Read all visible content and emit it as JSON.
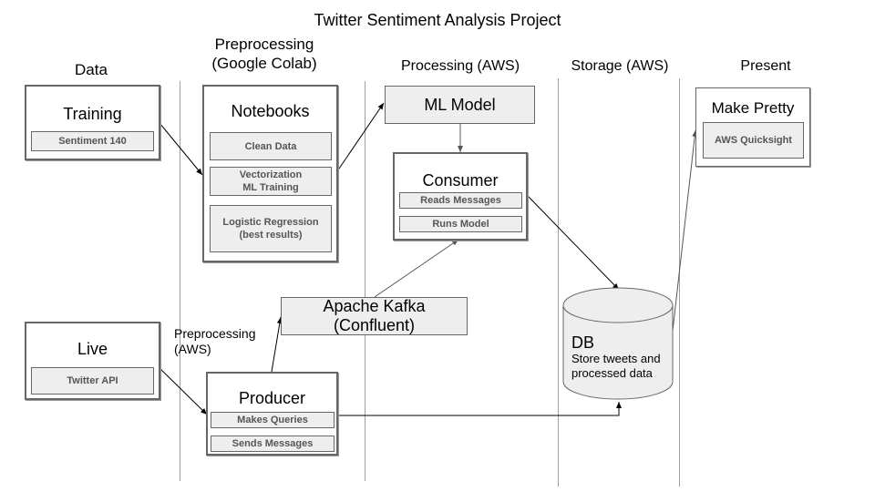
{
  "title": "Twitter Sentiment Analysis Project",
  "columns": {
    "data": "Data",
    "preprocessing_line1": "Preprocessing",
    "preprocessing_line2": "(Google Colab)",
    "processing": "Processing (AWS)",
    "storage": "Storage (AWS)",
    "present": "Present"
  },
  "training": {
    "title": "Training",
    "items": [
      "Sentiment 140"
    ]
  },
  "notebooks": {
    "title": "Notebooks",
    "items": [
      "Clean Data",
      "Vectorization",
      "ML Training",
      "Logistic Regression",
      "(best results)"
    ]
  },
  "ml_model": {
    "title": "ML Model"
  },
  "consumer": {
    "title": "Consumer",
    "items": [
      "Reads Messages",
      "Runs Model"
    ]
  },
  "make_pretty": {
    "title": "Make Pretty",
    "items": [
      "AWS Quicksight"
    ]
  },
  "kafka": {
    "line1": "Apache Kafka",
    "line2": "(Confluent)"
  },
  "preprocessing_aws": {
    "line1": "Preprocessing",
    "line2": "(AWS)"
  },
  "live": {
    "title": "Live",
    "items": [
      "Twitter API"
    ]
  },
  "producer": {
    "title": "Producer",
    "items": [
      "Makes Queries",
      "Sends Messages"
    ]
  },
  "db": {
    "title": "DB",
    "line1": "Store tweets and",
    "line2": "processed data"
  },
  "colors": {
    "box_fill": "#eeeeee",
    "border": "#666666",
    "divider": "#9e9e9e"
  }
}
